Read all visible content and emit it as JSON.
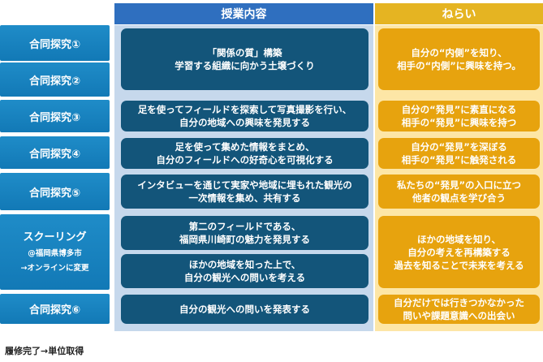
{
  "headers": {
    "content": "授業内容",
    "goals": "ねらい"
  },
  "rows": [
    {
      "label": "合同探究①"
    },
    {
      "label": "合同探究②"
    },
    {
      "label": "合同探究③"
    },
    {
      "label": "合同探究④"
    },
    {
      "label": "合同探究⑤"
    },
    {
      "label": "スクーリング",
      "sub1": "@福岡県博多市",
      "sub2": "→オンラインに変更"
    },
    {
      "label": "合同探究⑥"
    }
  ],
  "contents": [
    "「関係の質」構築\n学習する組織に向かう土壌づくり",
    "足を使ってフィールドを探索して写真撮影を行い、\n自分の地域への興味を発見する",
    "足を使って集めた情報をまとめ、\n自分のフィールドへの好奇心を可視化する",
    "インタビューを通じて実家や地域に埋もれた観光の\n一次情報を集め、共有する",
    "第二のフィールドである、\n福岡県川崎町の魅力を発見する",
    "ほかの地域を知った上で、\n自分の観光への問いを考える",
    "自分の観光への問いを発表する"
  ],
  "goals": [
    "自分の“内側”を知り、\n相手の“内側”に興味を持つ。",
    "自分の“発見”に素直になる\n相手の“発見”に興味を持つ",
    "自分の“発見”を深ぼる\n相手の“発見”に触発される",
    "私たちの“発見”の入口に立つ\n他者の観点を学び合う",
    "ほかの地域を知り、\n自分の考えを再構築する\n過去を知ることで未来を考える",
    "自分だけでは行きつかなかった\n問いや課題意識への出会い"
  ],
  "footer": "履修完了→単位取得",
  "colors": {
    "header_blue": "#2f6fbf",
    "content_bg": "#c6d8ec",
    "content_box": "#13557a",
    "header_gold": "#e5b422",
    "goal_bg": "#fde6a6",
    "goal_box": "#e7a30e",
    "label": "#1a84c2"
  }
}
